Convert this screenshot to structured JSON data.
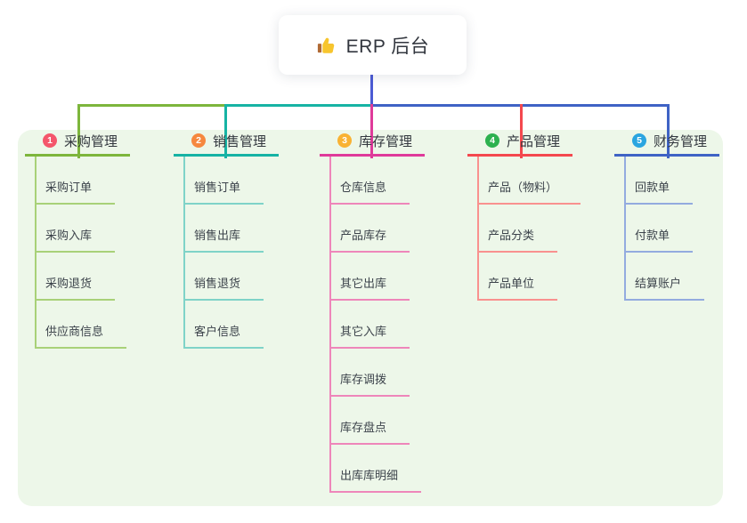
{
  "root": {
    "title": "ERP 后台",
    "icon": "thumbs-up-icon",
    "connector_color": "#4c5bd4"
  },
  "panel_color": "#edf7e9",
  "branches": [
    {
      "number": "1",
      "label": "采购管理",
      "badge_color": "#f4566b",
      "line_color": "#7db63c",
      "child_line_color": "#a8d178",
      "children": [
        "采购订单",
        "采购入库",
        "采购退货",
        "供应商信息"
      ]
    },
    {
      "number": "2",
      "label": "销售管理",
      "badge_color": "#f6883f",
      "line_color": "#16b3a4",
      "child_line_color": "#7fd3c8",
      "children": [
        "销售订单",
        "销售出库",
        "销售退货",
        "客户信息"
      ]
    },
    {
      "number": "3",
      "label": "库存管理",
      "badge_color": "#f9b233",
      "line_color": "#df3a9a",
      "child_line_color": "#ee86ba",
      "children": [
        "仓库信息",
        "产品库存",
        "其它出库",
        "其它入库",
        "库存调拨",
        "库存盘点",
        "出库库明细"
      ]
    },
    {
      "number": "4",
      "label": "产品管理",
      "badge_color": "#2db14f",
      "line_color": "#f4484e",
      "child_line_color": "#f9918f",
      "children": [
        "产品（物料）",
        "产品分类",
        "产品单位"
      ]
    },
    {
      "number": "5",
      "label": "财务管理",
      "badge_color": "#2aa5e0",
      "line_color": "#3f63c5",
      "child_line_color": "#93abdf",
      "children": [
        "回款单",
        "付款单",
        "结算账户"
      ]
    }
  ]
}
